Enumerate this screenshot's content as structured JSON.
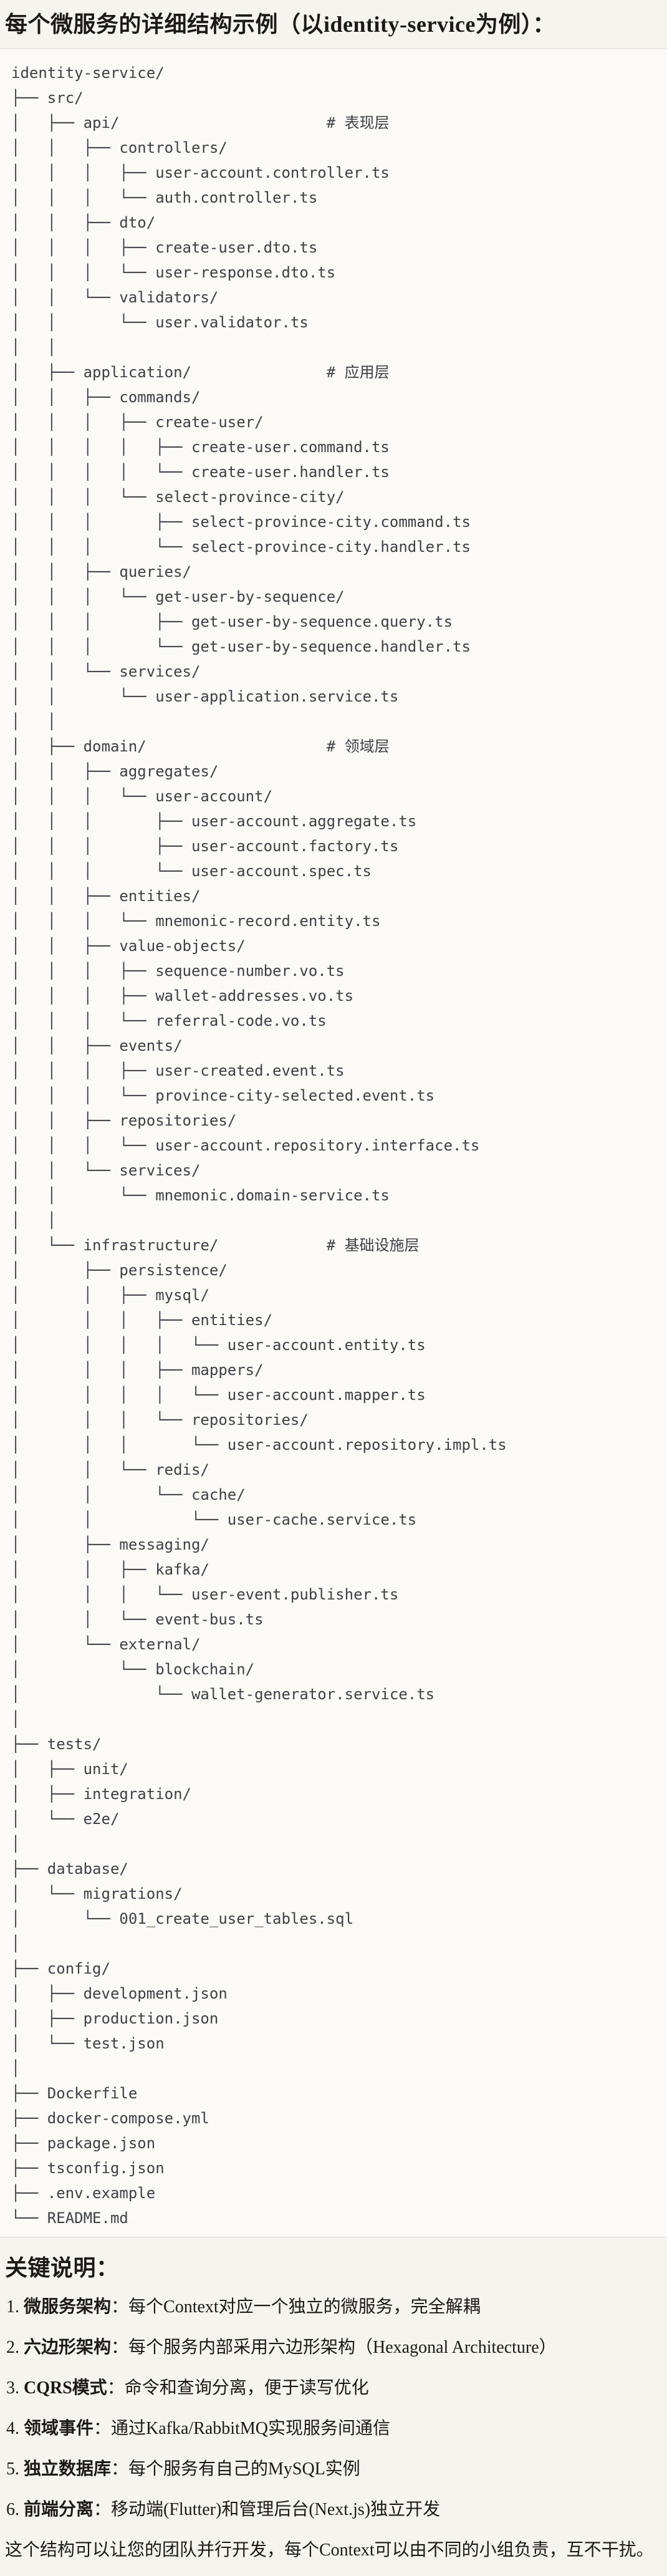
{
  "page": {
    "title": "每个微服务的详细结构示例（以identity-service为例）：",
    "colors": {
      "page_bg": "#f5f4ef",
      "code_bg": "#fbfaf7",
      "border": "#e9e6df",
      "body_text": "#1b1a17",
      "code_text": "#3d4046"
    }
  },
  "code_block": {
    "tree_lines": [
      "identity-service/",
      "├── src/",
      "│   ├── api/                       # 表现层",
      "│   │   ├── controllers/",
      "│   │   │   ├── user-account.controller.ts",
      "│   │   │   └── auth.controller.ts",
      "│   │   ├── dto/",
      "│   │   │   ├── create-user.dto.ts",
      "│   │   │   └── user-response.dto.ts",
      "│   │   └── validators/",
      "│   │       └── user.validator.ts",
      "│   │",
      "│   ├── application/               # 应用层",
      "│   │   ├── commands/",
      "│   │   │   ├── create-user/",
      "│   │   │   │   ├── create-user.command.ts",
      "│   │   │   │   └── create-user.handler.ts",
      "│   │   │   └── select-province-city/",
      "│   │   │       ├── select-province-city.command.ts",
      "│   │   │       └── select-province-city.handler.ts",
      "│   │   ├── queries/",
      "│   │   │   └── get-user-by-sequence/",
      "│   │   │       ├── get-user-by-sequence.query.ts",
      "│   │   │       └── get-user-by-sequence.handler.ts",
      "│   │   └── services/",
      "│   │       └── user-application.service.ts",
      "│   │",
      "│   ├── domain/                    # 领域层",
      "│   │   ├── aggregates/",
      "│   │   │   └── user-account/",
      "│   │   │       ├── user-account.aggregate.ts",
      "│   │   │       ├── user-account.factory.ts",
      "│   │   │       └── user-account.spec.ts",
      "│   │   ├── entities/",
      "│   │   │   └── mnemonic-record.entity.ts",
      "│   │   ├── value-objects/",
      "│   │   │   ├── sequence-number.vo.ts",
      "│   │   │   ├── wallet-addresses.vo.ts",
      "│   │   │   └── referral-code.vo.ts",
      "│   │   ├── events/",
      "│   │   │   ├── user-created.event.ts",
      "│   │   │   └── province-city-selected.event.ts",
      "│   │   ├── repositories/",
      "│   │   │   └── user-account.repository.interface.ts",
      "│   │   └── services/",
      "│   │       └── mnemonic.domain-service.ts",
      "│   │",
      "│   └── infrastructure/            # 基础设施层",
      "│       ├── persistence/",
      "│       │   ├── mysql/",
      "│       │   │   ├── entities/",
      "│       │   │   │   └── user-account.entity.ts",
      "│       │   │   ├── mappers/",
      "│       │   │   │   └── user-account.mapper.ts",
      "│       │   │   └── repositories/",
      "│       │   │       └── user-account.repository.impl.ts",
      "│       │   └── redis/",
      "│       │       └── cache/",
      "│       │           └── user-cache.service.ts",
      "│       ├── messaging/",
      "│       │   ├── kafka/",
      "│       │   │   └── user-event.publisher.ts",
      "│       │   └── event-bus.ts",
      "│       └── external/",
      "│           └── blockchain/",
      "│               └── wallet-generator.service.ts",
      "│",
      "├── tests/",
      "│   ├── unit/",
      "│   ├── integration/",
      "│   └── e2e/",
      "│",
      "├── database/",
      "│   └── migrations/",
      "│       └── 001_create_user_tables.sql",
      "│",
      "├── config/",
      "│   ├── development.json",
      "│   ├── production.json",
      "│   └── test.json",
      "│",
      "├── Dockerfile",
      "├── docker-compose.yml",
      "├── package.json",
      "├── tsconfig.json",
      "├── .env.example",
      "└── README.md"
    ]
  },
  "notes": {
    "heading": "关键说明：",
    "items": [
      {
        "num": "1.",
        "term": "微服务架构",
        "desc": "：每个Context对应一个独立的微服务，完全解耦"
      },
      {
        "num": "2.",
        "term": "六边形架构",
        "desc": "：每个服务内部采用六边形架构（Hexagonal Architecture）"
      },
      {
        "num": "3.",
        "term": "CQRS模式",
        "desc": "：命令和查询分离，便于读写优化"
      },
      {
        "num": "4.",
        "term": "领域事件",
        "desc": "：通过Kafka/RabbitMQ实现服务间通信"
      },
      {
        "num": "5.",
        "term": "独立数据库",
        "desc": "：每个服务有自己的MySQL实例"
      },
      {
        "num": "6.",
        "term": "前端分离",
        "desc": "：移动端(Flutter)和管理后台(Next.js)独立开发"
      }
    ],
    "footer": "这个结构可以让您的团队并行开发，每个Context可以由不同的小组负责，互不干扰。"
  }
}
